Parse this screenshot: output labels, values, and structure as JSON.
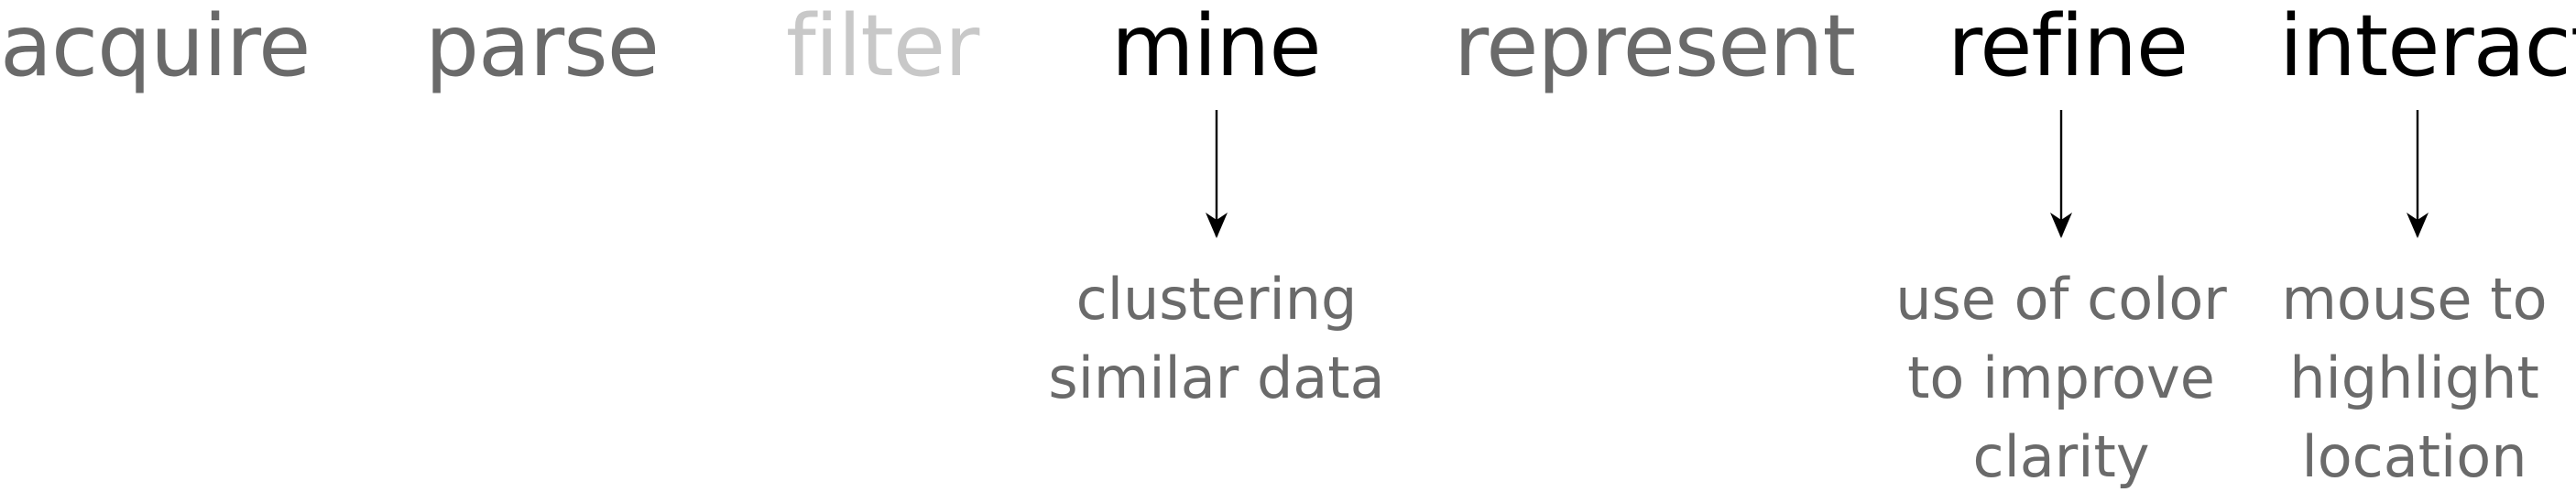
{
  "pipeline": {
    "steps": [
      {
        "label": "acquire",
        "state": "dim"
      },
      {
        "label": "parse",
        "state": "dim"
      },
      {
        "label": "filter",
        "state": "faded"
      },
      {
        "label": "mine",
        "state": "active"
      },
      {
        "label": "represent",
        "state": "dim"
      },
      {
        "label": "refine",
        "state": "active"
      },
      {
        "label": "interact",
        "state": "active"
      }
    ],
    "annotations": [
      {
        "step": "mine",
        "text": "clustering\nsimilar data"
      },
      {
        "step": "refine",
        "text": "use of color\nto improve\nclarity"
      },
      {
        "step": "interact",
        "text": "mouse to\nhighlight\nlocation"
      }
    ]
  },
  "colors": {
    "active": "#000000",
    "dim": "#6a6a6a",
    "faded": "#c8c8c8",
    "note": "#6a6a6a",
    "arrow": "#000000"
  }
}
